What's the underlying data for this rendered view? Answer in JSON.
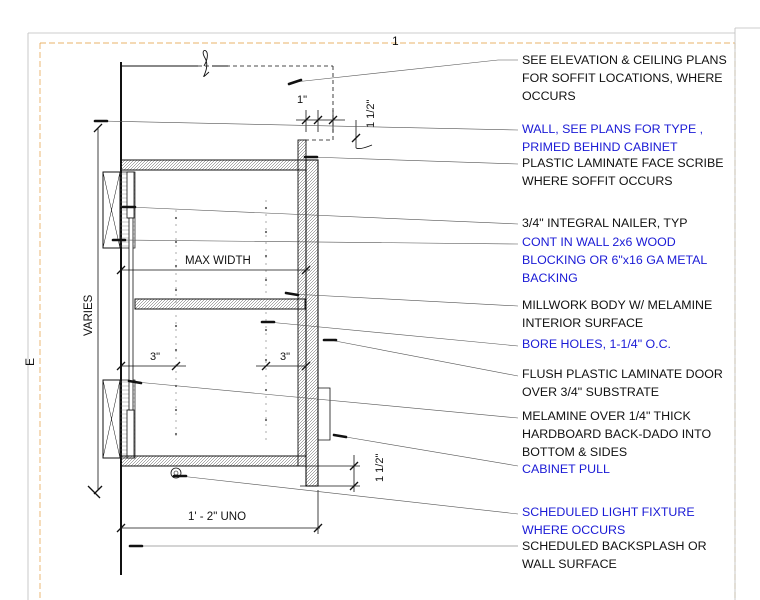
{
  "colors": {
    "ink": "#111111",
    "blue_note": "#1a1ad6",
    "hidden": "#8a8a8a",
    "border": "#e39a3a"
  },
  "grid": {
    "col": "1",
    "row": "E"
  },
  "dims": {
    "top_1in": "1\"",
    "top_1half": "1 1/2\"",
    "max_width": "MAX WIDTH",
    "varies": "VARIES",
    "left_3in": "3\"",
    "right_3in": "3\"",
    "bot_1half": "1 1/2\"",
    "depth": "1' - 2\" UNO"
  },
  "notes": [
    {
      "id": "soffit",
      "color": "#111111",
      "lines": [
        "SEE ELEVATION & CEILING PLANS",
        "FOR SOFFIT LOCATIONS, WHERE",
        "OCCURS"
      ]
    },
    {
      "id": "wall-type",
      "color": "#1a1ad6",
      "lines": [
        "WALL, SEE PLANS FOR TYPE ,",
        "PRIMED BEHIND CABINET"
      ]
    },
    {
      "id": "face-scribe",
      "color": "#111111",
      "lines": [
        "PLASTIC LAMINATE FACE SCRIBE",
        "WHERE SOFFIT OCCURS"
      ]
    },
    {
      "id": "nailer",
      "color": "#111111",
      "lines": [
        "3/4\" INTEGRAL NAILER, TYP"
      ]
    },
    {
      "id": "blocking",
      "color": "#1a1ad6",
      "lines": [
        "CONT IN WALL 2x6 WOOD",
        "BLOCKING OR 6\"x16 GA METAL",
        "BACKING"
      ]
    },
    {
      "id": "body",
      "color": "#111111",
      "lines": [
        "MILLWORK BODY  W/ MELAMINE",
        "INTERIOR SURFACE"
      ]
    },
    {
      "id": "bore-holes",
      "color": "#1a1ad6",
      "lines": [
        "BORE HOLES, 1-1/4\" O.C."
      ]
    },
    {
      "id": "door",
      "color": "#111111",
      "lines": [
        "FLUSH PLASTIC LAMINATE DOOR",
        "OVER 3/4\" SUBSTRATE"
      ]
    },
    {
      "id": "back",
      "color": "#111111",
      "lines": [
        "MELAMINE OVER 1/4\" THICK",
        "HARDBOARD BACK-DADO INTO",
        "BOTTOM & SIDES"
      ]
    },
    {
      "id": "pull",
      "color": "#1a1ad6",
      "lines": [
        "CABINET PULL"
      ]
    },
    {
      "id": "light",
      "color": "#1a1ad6",
      "lines": [
        "SCHEDULED LIGHT FIXTURE",
        "WHERE OCCURS"
      ]
    },
    {
      "id": "backsplash",
      "color": "#111111",
      "lines": [
        "SCHEDULED BACKSPLASH OR",
        "WALL SURFACE"
      ]
    }
  ]
}
